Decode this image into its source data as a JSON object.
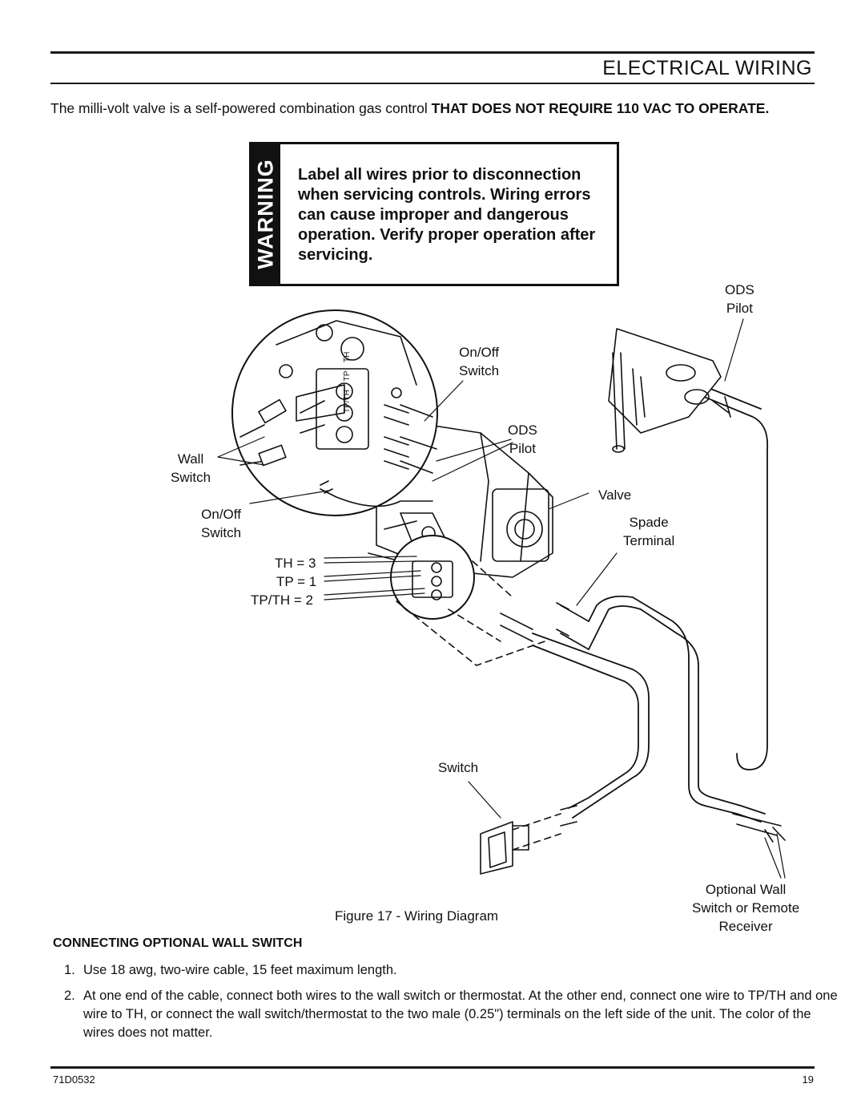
{
  "header": {
    "title": "ELECTRICAL WIRING"
  },
  "intro": {
    "text": "The milli-volt valve is a self-powered combination gas control ",
    "bold": "THAT DOES NOT REQUIRE 110 VAC TO OPERATE."
  },
  "warning": {
    "word": "WARNING",
    "text": "Label all wires prior to disconnection when servicing controls. Wiring errors can cause improper and dangerous operation. Verify proper operation after servicing."
  },
  "figure": {
    "labels": {
      "ods_pilot_top_1": "ODS",
      "ods_pilot_top_2": "Pilot",
      "onoff_top_1": "On/Off",
      "onoff_top_2": "Switch",
      "ods_pilot_mid_1": "ODS",
      "ods_pilot_mid_2": "Pilot",
      "wall_1": "Wall",
      "wall_2": "Switch",
      "onoff_left_1": "On/Off",
      "onoff_left_2": "Switch",
      "valve": "Valve",
      "spade_1": "Spade",
      "spade_2": "Terminal",
      "th": "TH = 3",
      "tp": "TP = 1",
      "tpth": "TP/TH = 2",
      "switch": "Switch",
      "optional_1": "Optional Wall",
      "optional_2": "Switch or Remote",
      "optional_3": "Receiver",
      "terminal_tpth": "TP/TH",
      "terminal_tp": "TP",
      "terminal_th": "TH"
    },
    "caption": "Figure 17 - Wiring Diagram"
  },
  "section": {
    "heading": "CONNECTING OPTIONAL WALL SWITCH",
    "steps": [
      {
        "num": "1.",
        "text": "Use 18 awg, two-wire cable, 15 feet maximum length."
      },
      {
        "num": "2.",
        "text": "At one end of the cable, connect both wires to the wall switch or thermostat. At the other end, connect one wire to TP/TH and one wire to TH, or connect the wall switch/thermostat to the two male (0.25\") terminals on the left side of the unit. The color of the wires does not matter."
      }
    ]
  },
  "footer": {
    "doc_number": "71D0532",
    "page_number": "19"
  }
}
